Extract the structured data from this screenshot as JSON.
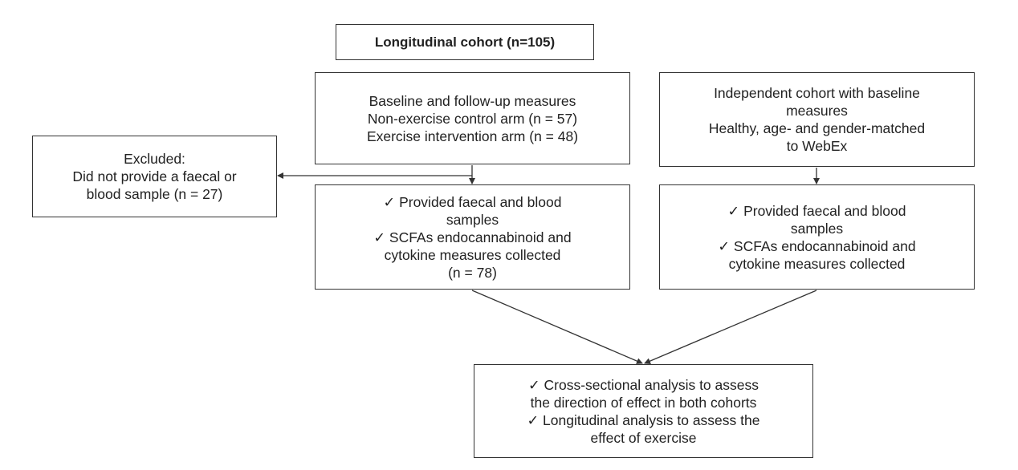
{
  "title": "Longitudinal cohort (n=105)",
  "boxes": {
    "baseline": {
      "lines": [
        "Baseline and follow-up measures",
        "Non-exercise control arm (n = 57)",
        "Exercise intervention arm (n = 48)"
      ]
    },
    "independent": {
      "lines": [
        "Independent cohort with baseline",
        "measures",
        "Healthy, age- and gender-matched",
        "to WebEx"
      ]
    },
    "excluded": {
      "lines": [
        "Excluded:",
        "Did not provide a faecal or",
        "blood sample (n = 27)"
      ]
    },
    "provided_left": {
      "lines": [
        "✓  Provided faecal and blood",
        "samples",
        "✓  SCFAs endocannabinoid and",
        "cytokine measures collected",
        "(n = 78)"
      ]
    },
    "provided_right": {
      "lines": [
        "✓  Provided faecal and blood",
        "samples",
        "✓  SCFAs endocannabinoid and",
        "cytokine measures collected"
      ]
    },
    "analysis": {
      "lines": [
        "✓  Cross-sectional analysis to assess",
        "the direction of effect in both cohorts",
        "✓  Longitudinal analysis to assess the",
        "effect of exercise"
      ]
    }
  },
  "colors": {
    "border": "#333333",
    "text": "#222222",
    "arrow": "#333333"
  }
}
